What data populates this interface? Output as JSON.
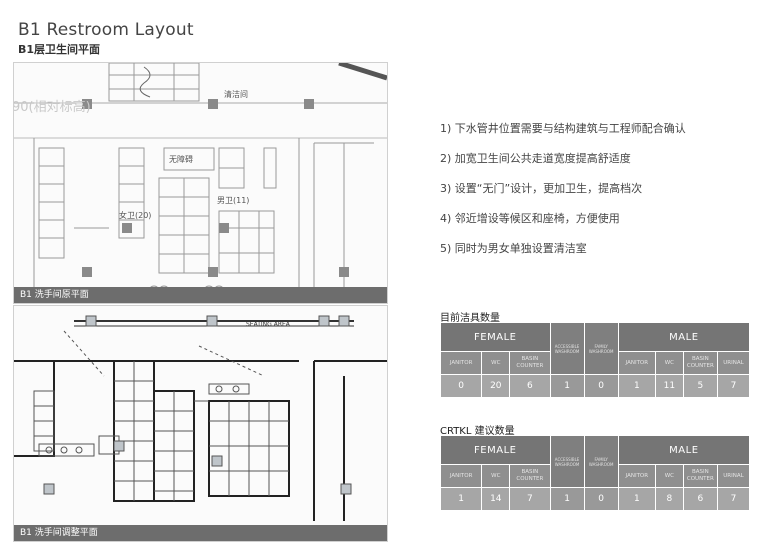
{
  "title": "B1 Restroom Layout",
  "subtitle": "B1层卫生间平面",
  "plans": {
    "top_caption": "B1 洗手间原平面",
    "bottom_caption": "B1 洗手间调整平面",
    "top_labels": {
      "janitor": "清洁间",
      "accessible": "无障碍",
      "female": "女卫(20)",
      "male": "男卫(11)",
      "elevation": "90(相对标高)"
    },
    "bottom_labels": {
      "seating": "SEATING AREA"
    }
  },
  "notes": [
    "1) 下水管井位置需要与结构建筑与工程师配合确认",
    "2) 加宽卫生间公共走道宽度提高舒适度",
    "3) 设置“无门”设计，更加卫生，提高档次",
    "4) 邻近增设等候区和座椅，方便使用",
    "5) 同时为男女单独设置清洁室"
  ],
  "tables": {
    "headers": {
      "female": "FEMALE",
      "male": "MALE",
      "accessible": "ACCESSIBLE WASHROOM",
      "family": "FAMILY WASHROOM",
      "janitor": "JANITOR",
      "wc": "WC",
      "basin": "BASIN COUNTER",
      "urinal": "URINAL"
    },
    "current": {
      "title": "目前洁具数量",
      "female": {
        "janitor": "0",
        "wc": "20",
        "basin": "6"
      },
      "accessible": "1",
      "family": "0",
      "male": {
        "janitor": "1",
        "wc": "11",
        "basin": "5",
        "urinal": "7"
      }
    },
    "proposed": {
      "title": "CRTKL 建议数量",
      "female": {
        "janitor": "1",
        "wc": "14",
        "basin": "7"
      },
      "accessible": "1",
      "family": "0",
      "male": {
        "janitor": "1",
        "wc": "8",
        "basin": "6",
        "urinal": "7"
      }
    }
  }
}
